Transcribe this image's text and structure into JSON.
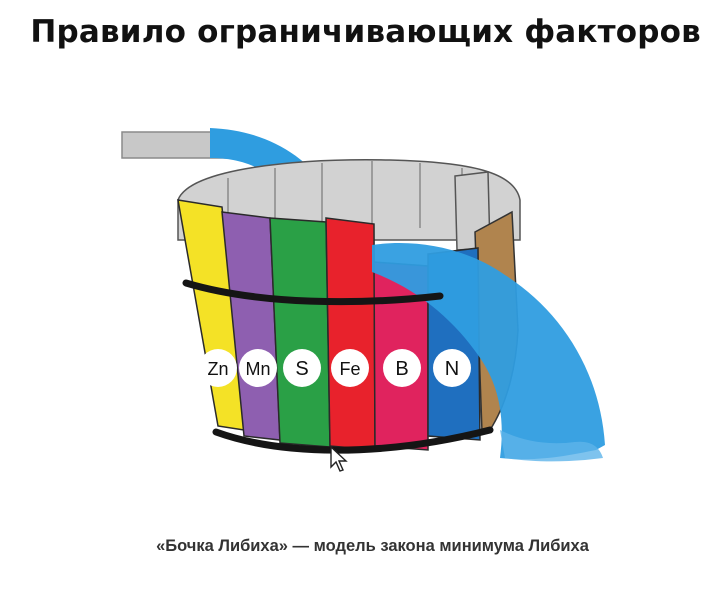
{
  "title": "Правило ограничивающих факторов",
  "caption": "«Бочка Либиха» — модель закона минимума Либиха",
  "staves": [
    {
      "label": "Zn",
      "color": "#f4e226"
    },
    {
      "label": "Mn",
      "color": "#8e5fb0"
    },
    {
      "label": "S",
      "color": "#2aa046"
    },
    {
      "label": "Fe",
      "color": "#e8222c"
    },
    {
      "label": "B",
      "color": "#e0235e"
    },
    {
      "label": "N",
      "color": "#1f6fbf"
    }
  ],
  "colors": {
    "water": "#2f9de0",
    "hoop": "#151515",
    "barrel_inside": "#d0d0d0",
    "side_stave": "#b0844e",
    "pipe": "#c8c8c8"
  }
}
